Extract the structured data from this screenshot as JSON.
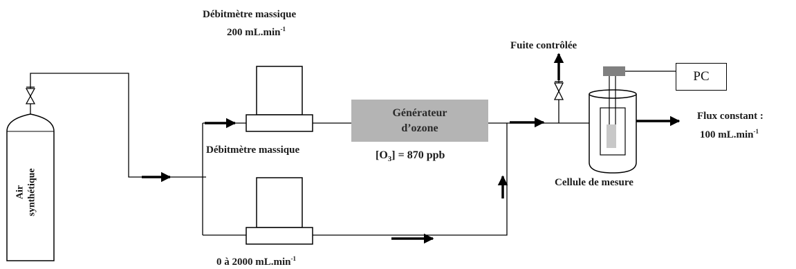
{
  "labels": {
    "mfc_top_line1": "Débitmètre massique",
    "mfc_top_line2": "200 mL.min",
    "mfc_top_exp": "-1",
    "mfc_bottom_title": "Débitmètre massique",
    "mfc_bottom_range": "0 à 2000 mL.min",
    "mfc_bottom_exp": "-1",
    "generator_line1": "Générateur",
    "generator_line2": "d’ozone",
    "ozone_conc_prefix": "[O",
    "ozone_conc_sub": "3",
    "ozone_conc_suffix": "] = 870 ppb",
    "leak": "Fuite contrôlée",
    "pc": "PC",
    "flux_line1": "Flux constant :",
    "flux_line2": "100 mL.min",
    "flux_exp": "-1",
    "cell": "Cellule de mesure",
    "cylinder_line1": "Air",
    "cylinder_line2": "synthétique"
  },
  "colors": {
    "line": "#000000",
    "generator_fill": "#b4b4b4",
    "valve_actuator": "#808080",
    "electrode": "#c8c8c8"
  }
}
